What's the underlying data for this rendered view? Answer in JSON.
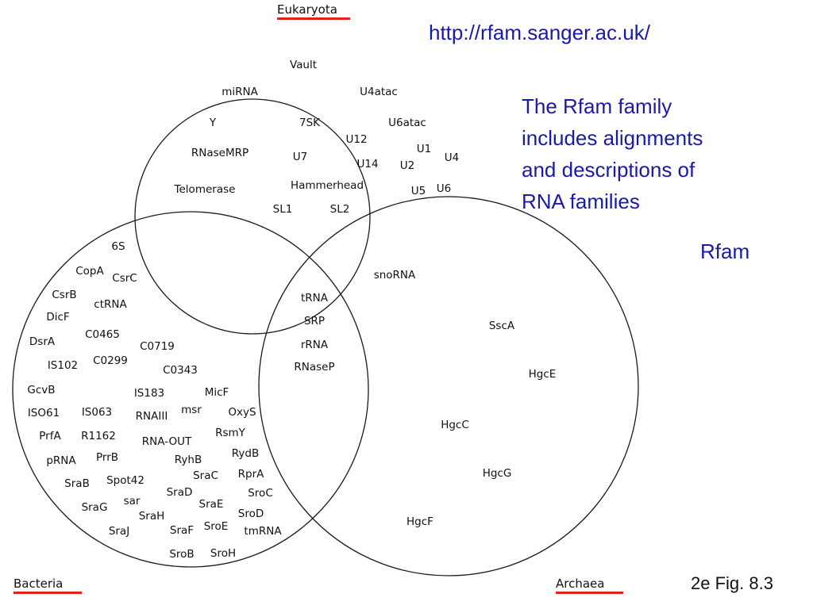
{
  "domains": {
    "eukaryota": "Eukaryota",
    "bacteria": "Bacteria",
    "archaea": "Archaea"
  },
  "url_text": "http://rfam.sanger.ac.uk/",
  "description_lines": [
    "The Rfam family",
    "includes alignments",
    "and descriptions of",
    "RNA families"
  ],
  "rfam_label": "Rfam",
  "figure_label": "2e Fig. 8.3",
  "colors": {
    "underline": "#e0241b",
    "blue_text": "#1a1aa8",
    "circle_stroke": "#1a1a1a"
  },
  "families": {
    "eukaryota_only": [
      "Vault",
      "miRNA",
      "U4atac",
      "Y",
      "7SK",
      "U6atac",
      "U12",
      "RNaseMRP",
      "U7",
      "U1",
      "U4",
      "U14",
      "U2",
      "Telomerase",
      "Hammerhead",
      "U5",
      "U6",
      "SL1",
      "SL2"
    ],
    "eukaryota_archaea": [
      "snoRNA"
    ],
    "all_three": [
      "tRNA",
      "SRP",
      "rRNA",
      "RNaseP"
    ],
    "archaea_only": [
      "SscA",
      "HgcE",
      "HgcC",
      "HgcG",
      "HgcF"
    ],
    "bacteria_only": [
      "6S",
      "CopA",
      "CsrC",
      "CsrB",
      "ctRNA",
      "DicF",
      "DsrA",
      "C0465",
      "C0719",
      "IS102",
      "C0299",
      "C0343",
      "GcvB",
      "IS183",
      "MicF",
      "ISO61",
      "IS063",
      "RNAIII",
      "msr",
      "OxyS",
      "PrfA",
      "R1162",
      "RsmY",
      "RNA-OUT",
      "pRNA",
      "PrrB",
      "RyhB",
      "RydB",
      "SraB",
      "Spot42",
      "SraC",
      "RprA",
      "SraD",
      "sar",
      "SroC",
      "SraG",
      "SraE",
      "SraH",
      "SroD",
      "SraJ",
      "SraF",
      "SroE",
      "tmRNA",
      "SroB",
      "SroH"
    ]
  }
}
